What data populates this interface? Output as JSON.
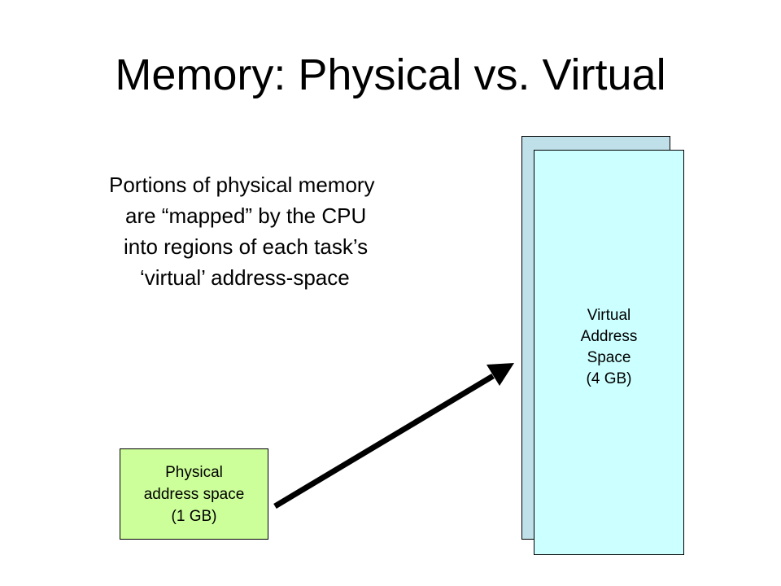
{
  "slide": {
    "title": "Memory: Physical vs. Virtual",
    "caption": [
      "Portions of physical memory",
      "are “mapped” by the CPU",
      "into regions of each task’s",
      "‘virtual’ address-space"
    ]
  },
  "virtual_space": {
    "label": [
      "Virtual",
      "Address",
      "Space",
      "(4 GB)"
    ],
    "front_color": "#ccffff",
    "back_color": "#bfe0e8"
  },
  "physical_space": {
    "label": [
      "Physical",
      "address space",
      "(1 GB)"
    ],
    "color": "#ccff99"
  },
  "arrow": {
    "color": "#000000"
  }
}
